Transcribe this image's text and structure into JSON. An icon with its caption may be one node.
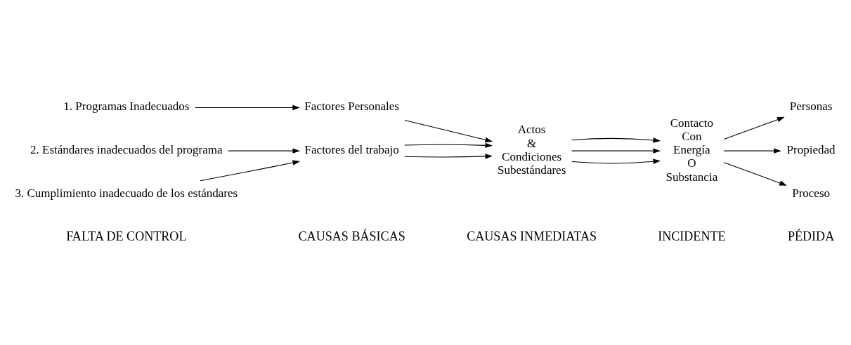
{
  "diagram": {
    "nodes": [
      {
        "text": [
          "1. Programas Inadecuados"
        ]
      },
      {
        "text": [
          "2. Estándares inadecuados del programa"
        ]
      },
      {
        "text": [
          "3. Cumplimiento inadecuado de los estándares"
        ]
      },
      {
        "text": [
          "Factores Personales"
        ]
      },
      {
        "text": [
          "Factores del trabajo"
        ]
      },
      {
        "text": [
          "Actos",
          "&",
          "Condiciones",
          "Subestándares"
        ]
      },
      {
        "text": [
          "Contacto",
          "Con",
          "Energía",
          "O",
          "Substancia"
        ]
      },
      {
        "text": [
          "Personas"
        ]
      },
      {
        "text": [
          "Propiedad"
        ]
      },
      {
        "text": [
          "Proceso"
        ]
      }
    ],
    "edges": [
      {
        "from": 0,
        "to": 3,
        "arrow": "to"
      },
      {
        "from": 1,
        "to": 4,
        "arrow": "to"
      },
      {
        "from": 2,
        "to": 4,
        "arrow": "to"
      },
      {
        "from": 3,
        "to": 5,
        "arrow": "to"
      },
      {
        "from": 4,
        "to": 5,
        "arrow": "to"
      },
      {
        "from": 4,
        "to": 5,
        "arrow": "to"
      },
      {
        "from": 5,
        "to": 6,
        "arrow": "to"
      },
      {
        "from": 5,
        "to": 6,
        "arrow": "to"
      },
      {
        "from": 5,
        "to": 6,
        "arrow": "to"
      },
      {
        "from": 6,
        "to": 7,
        "arrow": "to"
      },
      {
        "from": 6,
        "to": 8,
        "arrow": "to"
      },
      {
        "from": 6,
        "to": 9,
        "arrow": "to"
      }
    ],
    "labels": [
      "FALTA DE CONTROL",
      "CAUSAS BÁSICAS",
      "CAUSAS INMEDIATAS",
      "INCIDENTE",
      "PÉDIDA"
    ]
  }
}
